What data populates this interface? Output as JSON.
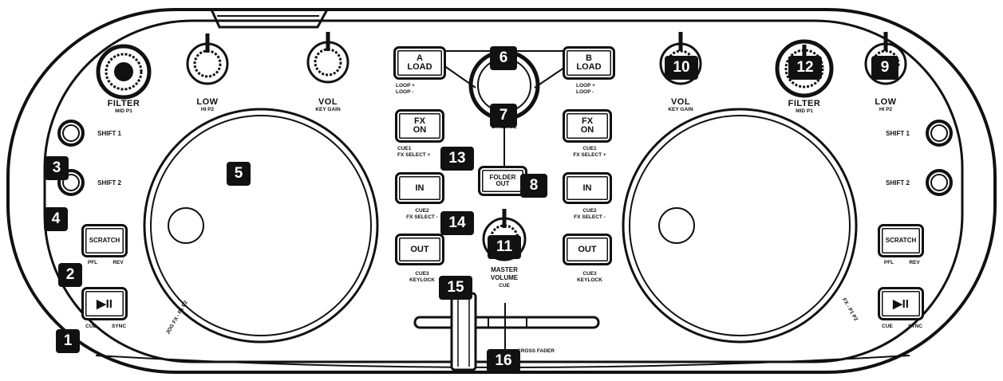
{
  "callouts": [
    "1",
    "2",
    "3",
    "4",
    "5",
    "6",
    "7",
    "8",
    "9",
    "10",
    "11",
    "12",
    "13",
    "14",
    "15",
    "16"
  ],
  "left_deck": {
    "filter": {
      "label": "FILTER",
      "sub": "MID   P1"
    },
    "low": {
      "label": "LOW",
      "sub": "HI    P2"
    },
    "vol": {
      "label": "VOL",
      "sub": "KEY   GAIN"
    },
    "shift1": "SHIFT 1",
    "shift2": "SHIFT 2",
    "scratch": "SCRATCH",
    "pfl": "PFL",
    "rev": "REV",
    "play": "▶II",
    "cue": "CUE",
    "sync": "SYNC",
    "jog_caption": "JOG FX - P1 P2"
  },
  "right_deck": {
    "vol": {
      "label": "VOL",
      "sub": "KEY   GAIN"
    },
    "filter": {
      "label": "FILTER",
      "sub": "MID   P1"
    },
    "low": {
      "label": "LOW",
      "sub": "HI   P2"
    },
    "shift1": "SHIFT 1",
    "shift2": "SHIFT 2",
    "scratch": "SCRATCH",
    "pfl": "PFL",
    "rev": "REV",
    "play": "▶II",
    "cue": "CUE",
    "sync": "SYNC",
    "jog_caption": "FX - P1 P2"
  },
  "center": {
    "load_a": {
      "letter": "A",
      "word": "LOAD",
      "caption1": "LOOP +",
      "caption2": "LOOP -"
    },
    "load_b": {
      "letter": "B",
      "word": "LOAD",
      "caption1": "LOOP +",
      "caption2": "LOOP -"
    },
    "browse": "BROWSE",
    "fx_left": {
      "line1": "FX",
      "line2": "ON",
      "caption1": "CUE1",
      "caption2": "FX SELECT +"
    },
    "fx_right": {
      "line1": "FX",
      "line2": "ON",
      "caption1": "CUE1",
      "caption2": "FX SELECT +"
    },
    "folder": {
      "line1": "FOLDER",
      "line2": "OUT"
    },
    "in_left": {
      "label": "IN",
      "caption1": "CUE2",
      "caption2": "FX SELECT -"
    },
    "in_right": {
      "label": "IN",
      "caption1": "CUE2",
      "caption2": "FX SELECT -"
    },
    "out_left": {
      "label": "OUT",
      "caption1": "CUE3",
      "caption2": "KEYLOCK"
    },
    "out_right": {
      "label": "OUT",
      "caption1": "CUE3",
      "caption2": "KEYLOCK"
    },
    "master": {
      "line1": "MASTER",
      "line2": "VOLUME",
      "line3": "CUE"
    },
    "crossfader": "CROSS FADER"
  }
}
